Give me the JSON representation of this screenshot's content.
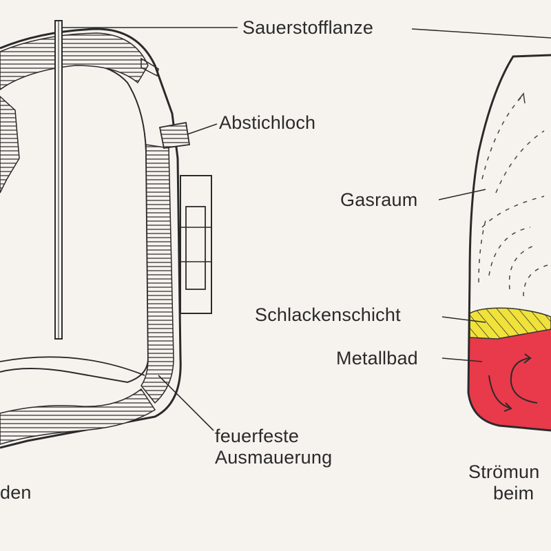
{
  "labels": {
    "oxygen_lance": "Sauerstofflanze",
    "tap_hole": "Abstichloch",
    "refractory_lining_line1": "feuerfeste",
    "refractory_lining_line2": "Ausmauerung",
    "bottom_partial": "den",
    "gas_space": "Gasraum",
    "slag_layer": "Schlackenschicht",
    "metal_bath": "Metallbad",
    "flow_caption_line1": "Strömun",
    "flow_caption_line2": "beim"
  },
  "colors": {
    "background": "#f6f3ee",
    "ink": "#2a2a2a",
    "slag": "#f0e23a",
    "metal": "#e83a4a",
    "lining_hatch": "#555555"
  }
}
